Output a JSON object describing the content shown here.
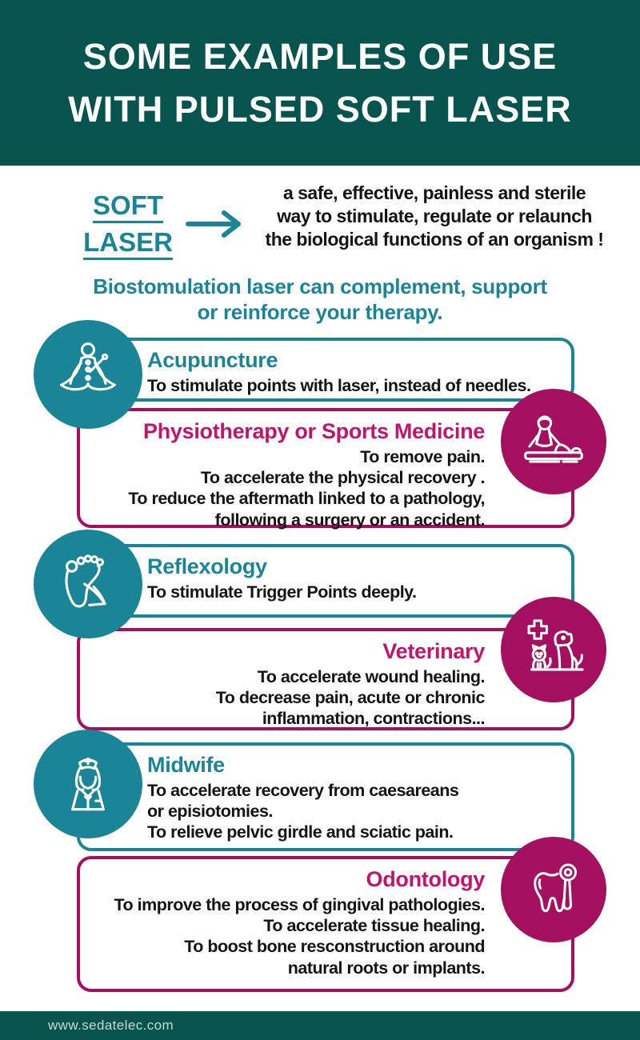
{
  "colors": {
    "header_bg": "#07544E",
    "teal": "#1B8598",
    "magenta": "#A50F60",
    "magenta_title": "#C3146D",
    "body_text": "#141414",
    "footer_text": "#C9D8D5"
  },
  "header": {
    "line1": "SOME EXAMPLES OF USE",
    "line2": "WITH PULSED SOFT LASER"
  },
  "intro": {
    "label": {
      "line1": "SOFT",
      "line2": "LASER"
    },
    "arrow_icon": "right-arrow-icon",
    "description": {
      "line1": "a safe, effective, painless and sterile",
      "line2": "way to stimulate, regulate or relaunch",
      "line3": "the biological functions of an organism !"
    },
    "tagline": {
      "line1": "Biostomulation laser can complement, support",
      "line2": "or reinforce your therapy."
    }
  },
  "cards": [
    {
      "title": "Acupuncture",
      "theme": "teal",
      "icon": "meditation-icon",
      "lines": [
        "To stimulate points with laser, instead of needles."
      ]
    },
    {
      "title": "Physiotherapy or Sports Medicine",
      "theme": "magenta",
      "icon": "massage-icon",
      "lines": [
        "To remove pain.",
        "To accelerate the physical recovery .",
        "To reduce the aftermath linked to a pathology,",
        "following a surgery or an accident."
      ]
    },
    {
      "title": "Reflexology",
      "theme": "teal",
      "icon": "foot-reflexology-icon",
      "lines": [
        "To stimulate Trigger Points deeply."
      ]
    },
    {
      "title": "Veterinary",
      "theme": "magenta",
      "icon": "dog-cat-cross-icon",
      "lines": [
        "To accelerate wound healing.",
        "To decrease pain, acute or chronic",
        "inflammation, contractions..."
      ]
    },
    {
      "title": "Midwife",
      "theme": "teal",
      "icon": "nurse-icon",
      "lines": [
        "To accelerate recovery from caesareans",
        "or episiotomies.",
        "To relieve pelvic girdle and sciatic pain."
      ]
    },
    {
      "title": "Odontology",
      "theme": "magenta",
      "icon": "tooth-mirror-icon",
      "lines": [
        "To improve the process of gingival pathologies.",
        "To accelerate tissue healing.",
        "To boost bone resconstruction around",
        "natural roots or implants."
      ]
    }
  ],
  "footer": {
    "website": "www.sedatelec.com"
  }
}
